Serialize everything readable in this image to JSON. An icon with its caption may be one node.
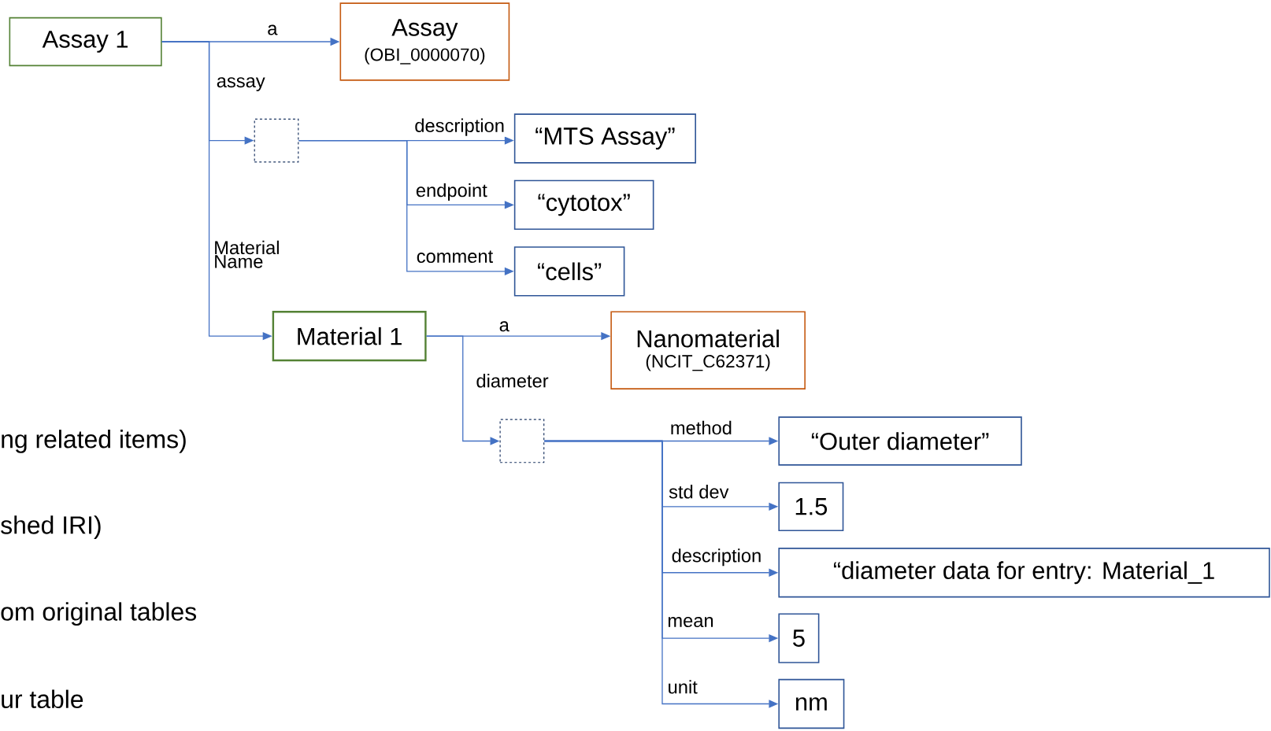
{
  "diagram": {
    "nodes": [
      {
        "text": [
          "Assay 1"
        ]
      },
      {
        "text": [
          "Assay",
          "(OBI_0000070)"
        ]
      },
      {
        "text": [],
        "shape": "box"
      },
      {
        "text": [
          "“MTS Assay”"
        ]
      },
      {
        "text": [
          "“cytotox”"
        ]
      },
      {
        "text": [
          "“cells”"
        ]
      },
      {
        "text": [
          "Material 1"
        ]
      },
      {
        "text": [
          "Nanomaterial",
          "(NCIT_C62371)"
        ]
      },
      {
        "text": [],
        "shape": "box"
      },
      {
        "text": [
          "“Outer diameter”"
        ]
      },
      {
        "text": [
          "1.5"
        ]
      },
      {
        "text": [
          "“diameter data for entry: Material_1"
        ]
      },
      {
        "text": [
          "5"
        ]
      },
      {
        "text": [
          "nm"
        ]
      }
    ],
    "edges": [
      {
        "from": 0,
        "to": 1,
        "arrow": "to",
        "label": "a"
      },
      {
        "from": 0,
        "to": 2,
        "arrow": "to",
        "label": "assay"
      },
      {
        "from": 0,
        "to": 6,
        "arrow": "to",
        "label": "Material Name"
      },
      {
        "from": 2,
        "to": 3,
        "arrow": "to",
        "label": "description"
      },
      {
        "from": 2,
        "to": 4,
        "arrow": "to",
        "label": "endpoint"
      },
      {
        "from": 2,
        "to": 5,
        "arrow": "to",
        "label": "comment"
      },
      {
        "from": 6,
        "to": 7,
        "arrow": "to",
        "label": "a"
      },
      {
        "from": 6,
        "to": 8,
        "arrow": "to",
        "label": "diameter"
      },
      {
        "from": 8,
        "to": 9,
        "arrow": "to",
        "label": "method"
      },
      {
        "from": 8,
        "to": 10,
        "arrow": "to",
        "label": "std dev"
      },
      {
        "from": 8,
        "to": 11,
        "arrow": "to",
        "label": "description"
      },
      {
        "from": 8,
        "to": 12,
        "arrow": "to",
        "label": "mean"
      },
      {
        "from": 8,
        "to": 13,
        "arrow": "to",
        "label": "unit"
      }
    ],
    "labels": [
      "ng related items)",
      "shed IRI)",
      "om original tables",
      "ur table"
    ]
  }
}
